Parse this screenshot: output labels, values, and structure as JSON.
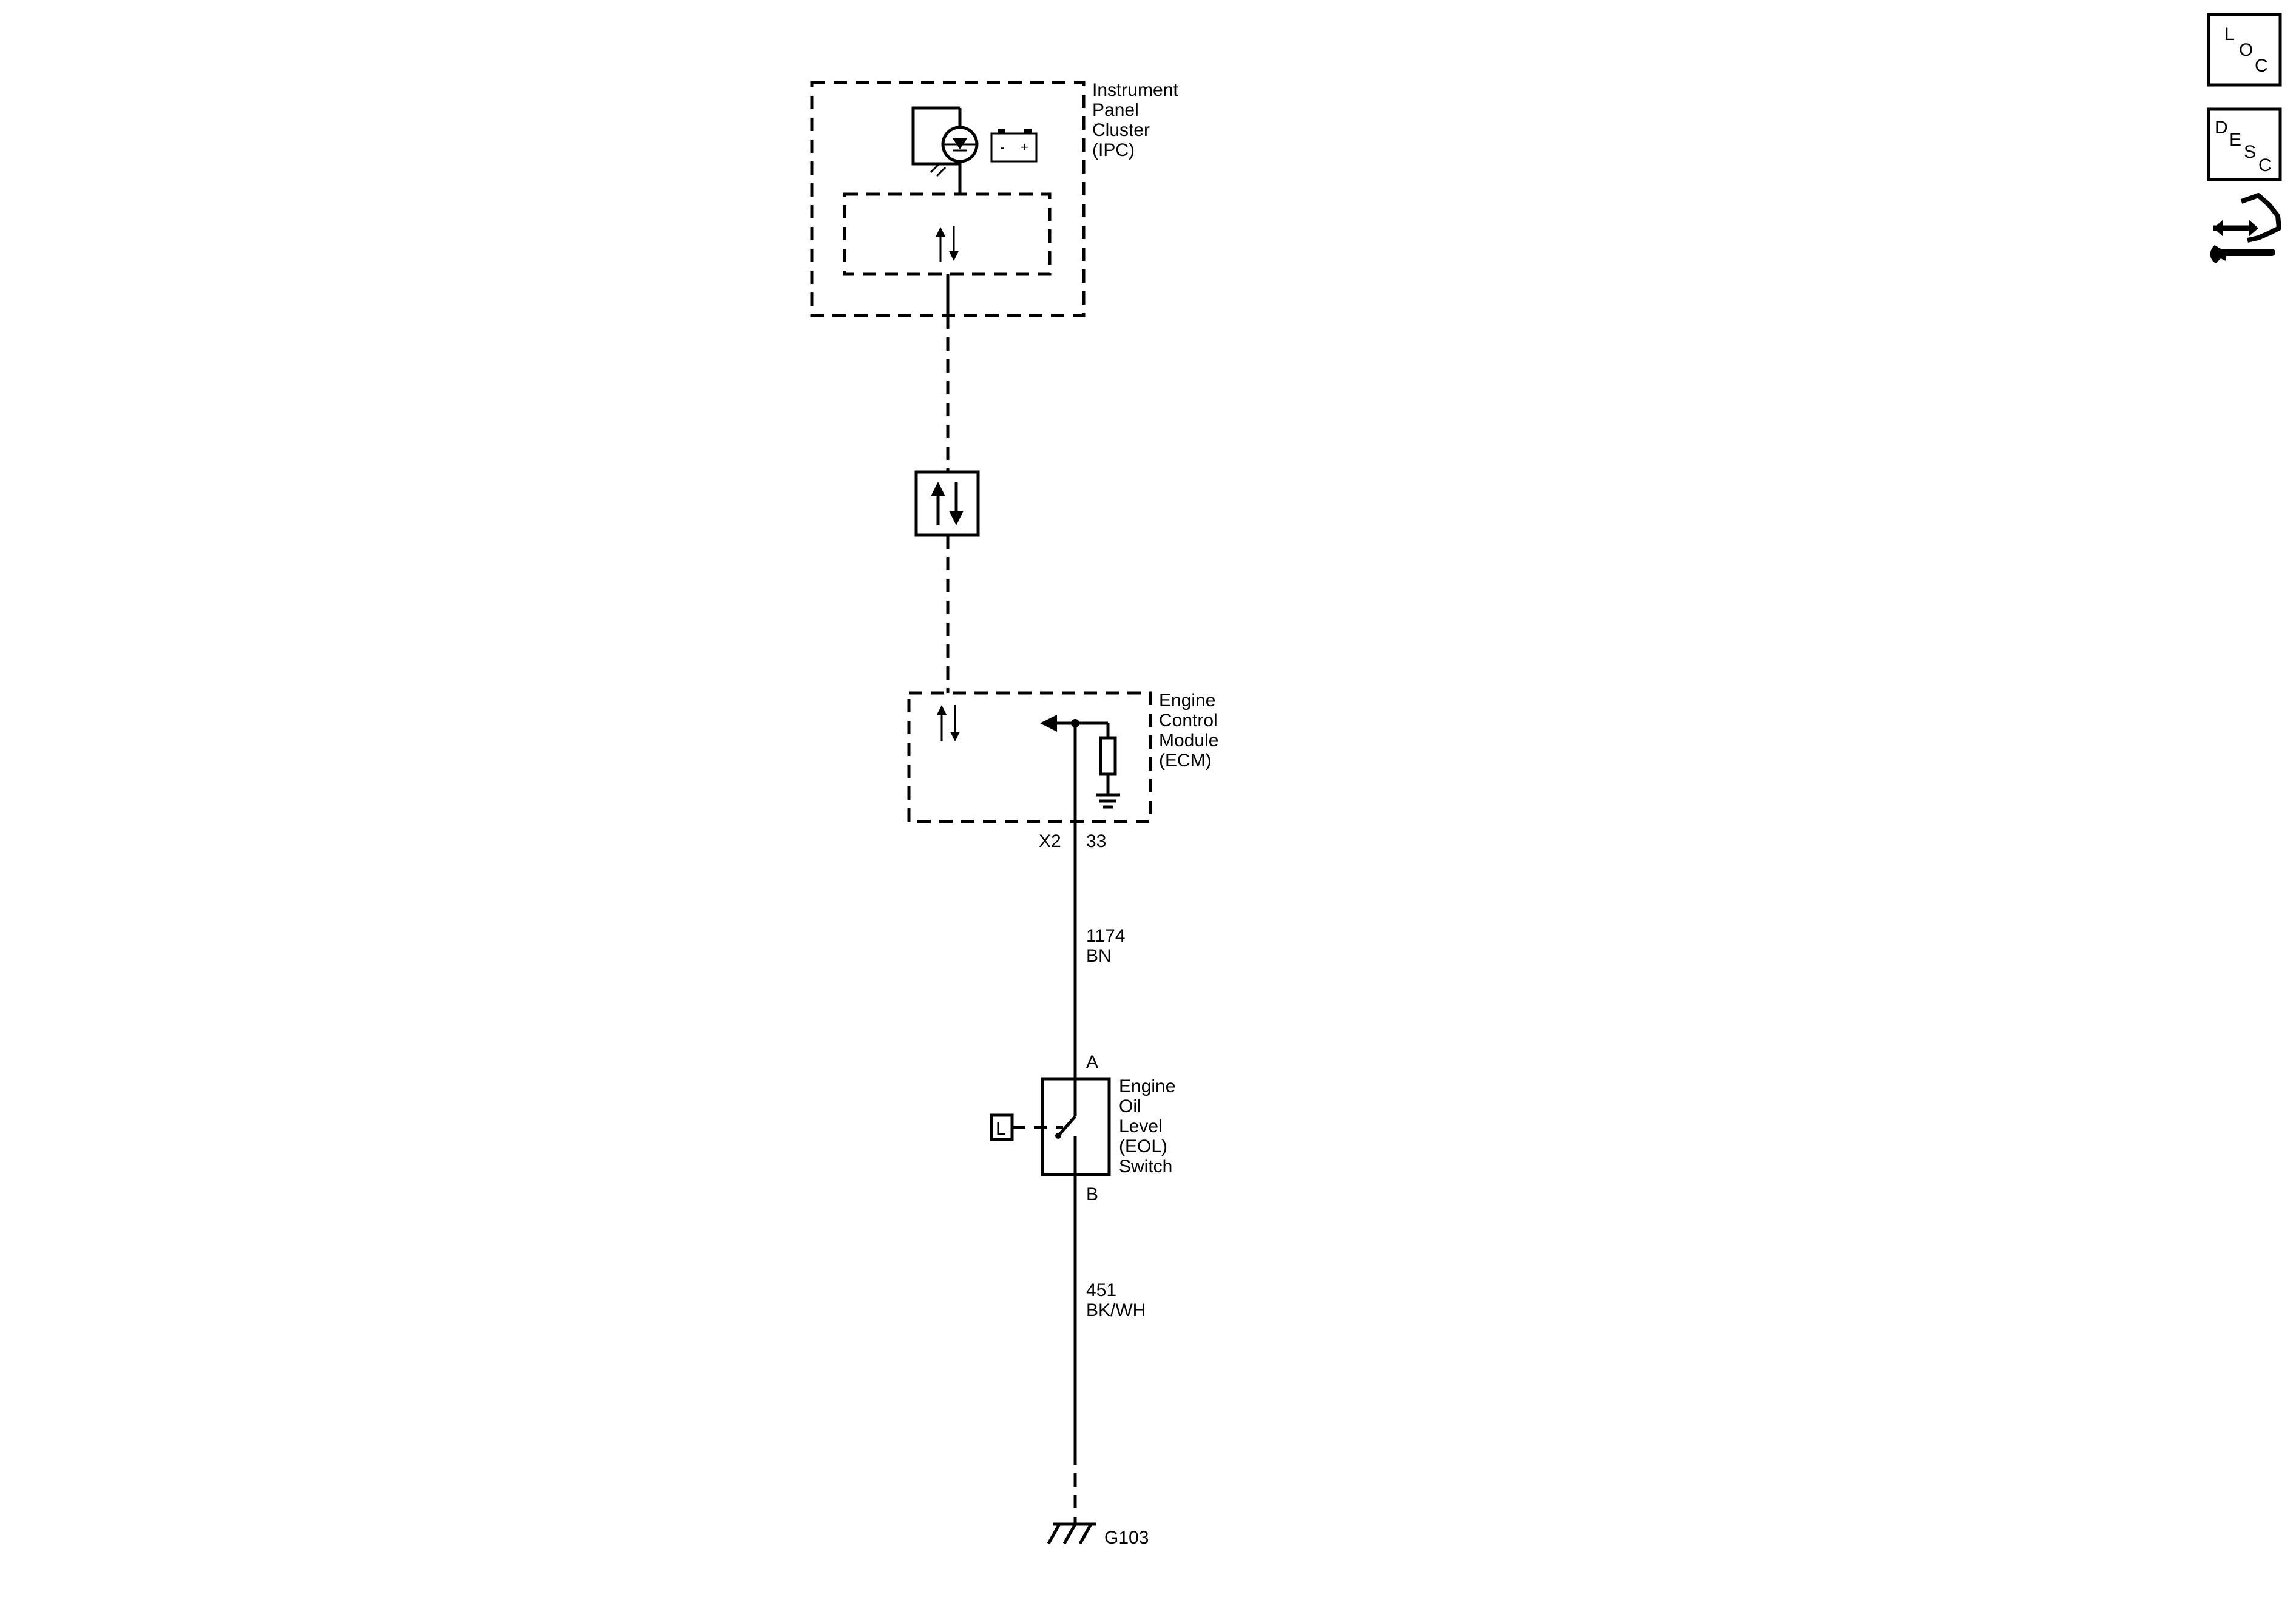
{
  "components": {
    "ipc": {
      "lines": [
        "Instrument",
        "Panel",
        "Cluster",
        "(IPC)"
      ]
    },
    "ecm": {
      "lines": [
        "Engine",
        "Control",
        "Module",
        "(ECM)"
      ],
      "connector": "X2",
      "pin": "33"
    },
    "eol_switch": {
      "lines": [
        "Engine",
        "Oil",
        "Level",
        "(EOL)",
        "Switch"
      ],
      "pin_top": "A",
      "pin_bottom": "B",
      "loc_marker": "L"
    }
  },
  "wires": [
    {
      "circuit": "1174",
      "color": "BN"
    },
    {
      "circuit": "451",
      "color": "BK/WH"
    }
  ],
  "ground": {
    "id": "G103"
  },
  "nav_icons": {
    "loc": {
      "letters": [
        "L",
        "O",
        "C"
      ],
      "icon": "location-icon"
    },
    "desc": {
      "letters": [
        "D",
        "E",
        "S",
        "C"
      ],
      "icon": "description-icon"
    },
    "service": {
      "icon": "vehicle-service-icon"
    }
  },
  "colors": {
    "line": "#000000",
    "background": "#ffffff"
  }
}
